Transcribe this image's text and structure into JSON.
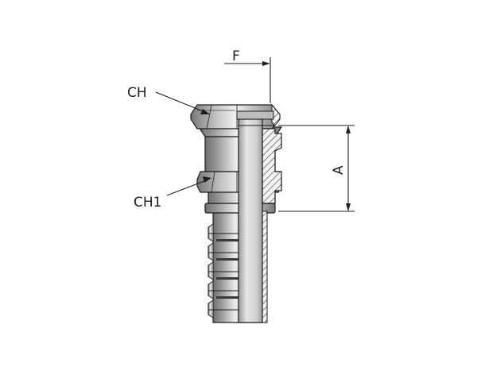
{
  "labels": {
    "hex_across_flats": "CH",
    "hex_collar": "CH1",
    "dimension_a": "A",
    "dimension_f": "F"
  },
  "colors": {
    "line": "#1e1e1e",
    "steel_dark": "#6f6f6f",
    "steel_mid": "#a9a9a9",
    "steel_light": "#e2e2e2",
    "bore_dark": "#8a8a8a",
    "bore_light": "#d6d6d6",
    "background": "#ffffff"
  }
}
